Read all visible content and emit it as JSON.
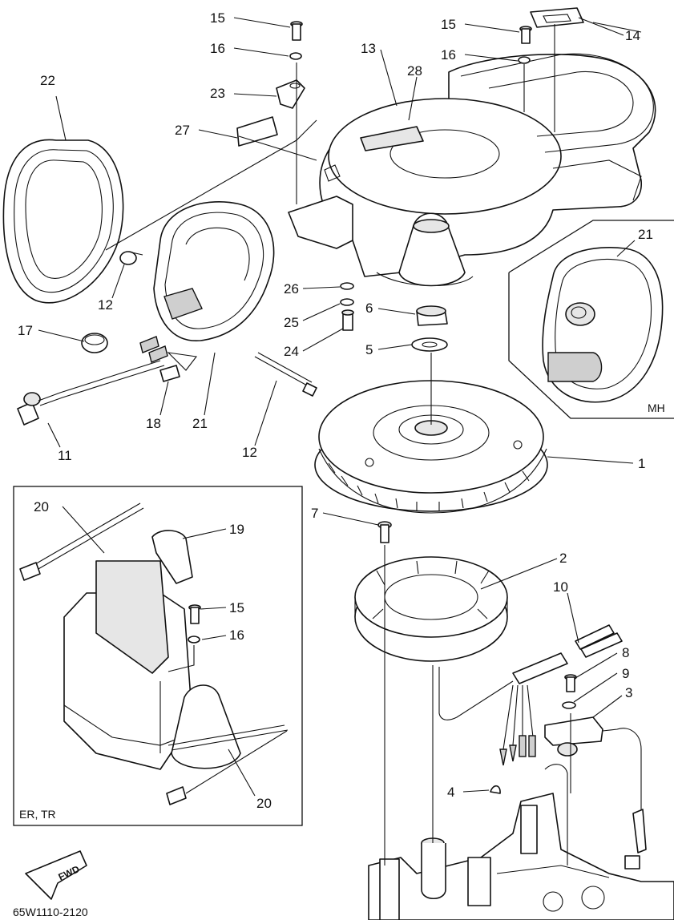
{
  "callouts": {
    "c1": "1",
    "c2": "2",
    "c3": "3",
    "c4": "4",
    "c5": "5",
    "c6": "6",
    "c7": "7",
    "c8": "8",
    "c9": "9",
    "c10": "10",
    "c11": "11",
    "c12a": "12",
    "c12b": "12",
    "c13": "13",
    "c14": "14",
    "c15a": "15",
    "c15b": "15",
    "c15c": "15",
    "c16a": "16",
    "c16b": "16",
    "c16c": "16",
    "c17": "17",
    "c18": "18",
    "c19": "19",
    "c20a": "20",
    "c20b": "20",
    "c21a": "21",
    "c21b": "21",
    "c22": "22",
    "c23": "23",
    "c24": "24",
    "c25": "25",
    "c26": "26",
    "c27": "27",
    "c28": "28"
  },
  "insets": {
    "mh_label": "MH",
    "er_tr_label": "ER, TR"
  },
  "fwd_label": "FWD",
  "diagram_code": "65W1110-2120"
}
